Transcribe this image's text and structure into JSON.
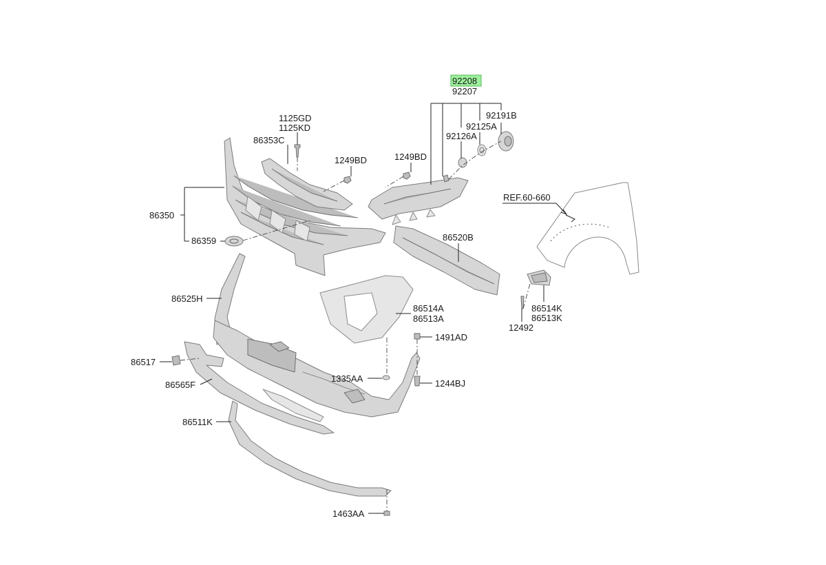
{
  "labels": {
    "p92208": "92208",
    "p92207": "92207",
    "p92191B": "92191B",
    "p92125A": "92125A",
    "p92126A": "92126A",
    "p1125GD": "1125GD",
    "p1125KD": "1125KD",
    "p86353C": "86353C",
    "p1249BD_a": "1249BD",
    "p1249BD_b": "1249BD",
    "p86350": "86350",
    "p86359": "86359",
    "p86520B": "86520B",
    "pREF": "REF.60-660",
    "p86525H": "86525H",
    "p86514A": "86514A",
    "p86513A": "86513A",
    "p1491AD": "1491AD",
    "p86514K": "86514K",
    "p86513K": "86513K",
    "p12492": "12492",
    "p86517": "86517",
    "p1335AA": "1335AA",
    "p1244BJ": "1244BJ",
    "p86565F": "86565F",
    "p86511K": "86511K",
    "p1463AA": "1463AA"
  },
  "highlight_color": "#9cf09c"
}
